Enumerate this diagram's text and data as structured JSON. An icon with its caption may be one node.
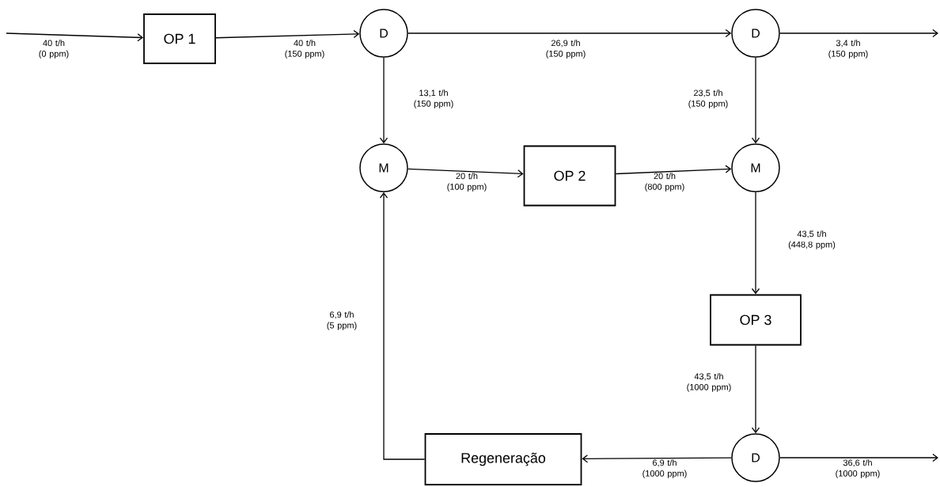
{
  "diagram": {
    "nodes": [
      {
        "text": [
          "OP 1"
        ]
      },
      {
        "text": [
          "D"
        ]
      },
      {
        "text": [
          "D"
        ]
      },
      {
        "text": [
          "M"
        ]
      },
      {
        "text": [
          "OP 2"
        ]
      },
      {
        "text": [
          "M"
        ]
      },
      {
        "text": [
          "OP 3"
        ]
      },
      {
        "text": [
          "D"
        ]
      },
      {
        "text": [
          "Regeneração"
        ]
      }
    ],
    "edges": [
      {
        "from": null,
        "to": 0,
        "arrow": "to",
        "label": "40 t/h (0 ppm)"
      },
      {
        "from": 0,
        "to": 1,
        "arrow": "to",
        "label": "40 t/h (150 ppm)"
      },
      {
        "from": 1,
        "to": 2,
        "arrow": "to",
        "label": "26,9 t/h (150 ppm)"
      },
      {
        "from": 2,
        "to": null,
        "arrow": "to",
        "label": "3,4 t/h (150 ppm)"
      },
      {
        "from": 1,
        "to": 3,
        "arrow": "to",
        "label": "13,1 t/h (150 ppm)"
      },
      {
        "from": 2,
        "to": 5,
        "arrow": "to",
        "label": "23,5 t/h (150 ppm)"
      },
      {
        "from": 3,
        "to": 4,
        "arrow": "to",
        "label": "20 t/h (100 ppm)"
      },
      {
        "from": 4,
        "to": 5,
        "arrow": "to",
        "label": "20 t/h (800 ppm)"
      },
      {
        "from": 5,
        "to": 6,
        "arrow": "to",
        "label": "43,5 t/h (448,8 ppm)"
      },
      {
        "from": 6,
        "to": 7,
        "arrow": "to",
        "label": "43,5 t/h (1000 ppm)"
      },
      {
        "from": 7,
        "to": 8,
        "arrow": "to",
        "label": "6,9 t/h (1000 ppm)"
      },
      {
        "from": 7,
        "to": null,
        "arrow": "to",
        "label": "36,6 t/h (1000 ppm)"
      },
      {
        "from": 8,
        "to": 3,
        "arrow": "to",
        "label": "6,9 t/h (5 ppm)"
      }
    ]
  }
}
